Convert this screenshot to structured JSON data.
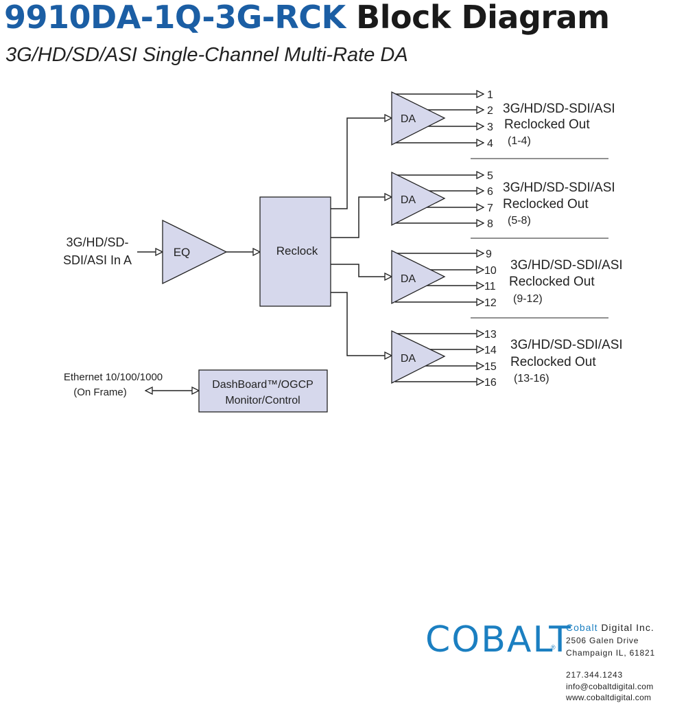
{
  "header": {
    "model": "9910DA-1Q-3G-RCK",
    "title_suffix": "Block Diagram",
    "subtitle": "3G/HD/SD/ASI Single-Channel Multi-Rate DA"
  },
  "diagram": {
    "input_label_line1": "3G/HD/SD-",
    "input_label_line2": "SDI/ASI In A",
    "eq_label": "EQ",
    "reclock_label": "Reclock",
    "da_label": "DA",
    "output_groups": [
      {
        "outputs": [
          "1",
          "2",
          "3",
          "4"
        ],
        "label_line1": "3G/HD/SD-SDI/ASI",
        "label_line2": "Reclocked Out",
        "range": "(1-4)"
      },
      {
        "outputs": [
          "5",
          "6",
          "7",
          "8"
        ],
        "label_line1": "3G/HD/SD-SDI/ASI",
        "label_line2": "Reclocked Out",
        "range": "(5-8)"
      },
      {
        "outputs": [
          "9",
          "10",
          "11",
          "12"
        ],
        "label_line1": "3G/HD/SD-SDI/ASI",
        "label_line2": "Reclocked Out",
        "range": "(9-12)"
      },
      {
        "outputs": [
          "13",
          "14",
          "15",
          "16"
        ],
        "label_line1": "3G/HD/SD-SDI/ASI",
        "label_line2": "Reclocked Out",
        "range": "(13-16)"
      }
    ],
    "ethernet_label_line1": "Ethernet 10/100/1000",
    "ethernet_label_line2": "(On Frame)",
    "dashboard_line1": "DashBoard™/OGCP",
    "dashboard_line2": "Monitor/Control",
    "block_fill": "#d6d8ec",
    "line_color": "#222222"
  },
  "footer": {
    "logo_text": "COBALT",
    "logo_mark": "®",
    "logo_color": "#1b7fc1",
    "company_brand": "Cobalt",
    "company_rest": " Digital Inc.",
    "address1": "2506 Galen Drive",
    "address2": "Champaign IL, 61821",
    "phone": "217.344.1243",
    "email": "info@cobaltdigital.com",
    "web": "www.cobaltdigital.com"
  }
}
